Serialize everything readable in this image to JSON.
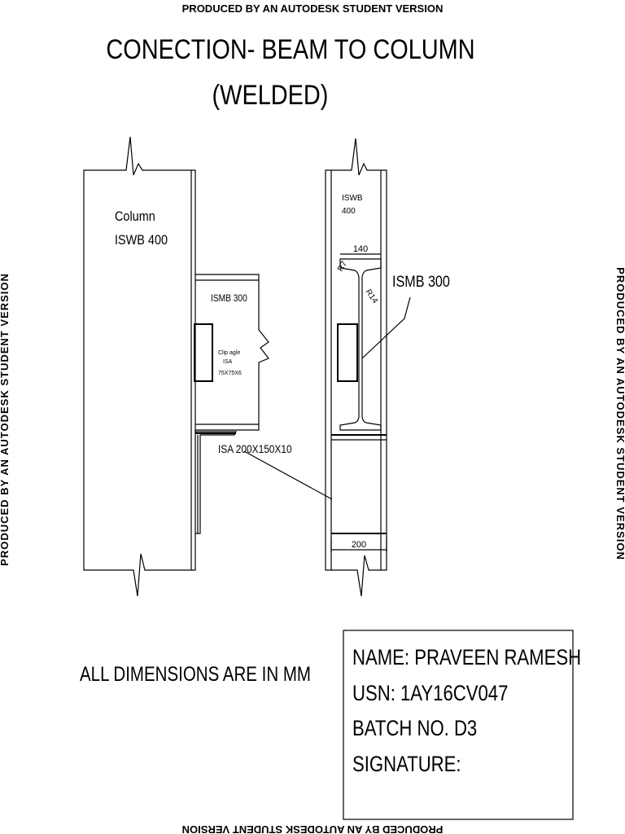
{
  "watermark": {
    "top": "PRODUCED BY AN AUTODESK STUDENT VERSION",
    "bottom": "PRODUCED BY AN AUTODESK STUDENT VERSION",
    "left": "PRODUCED BY AN AUTODESK STUDENT VERSION",
    "right": "PRODUCED BY AN AUTODESK STUDENT VERSION"
  },
  "title": {
    "line1": "CONECTION- BEAM TO COLUMN",
    "line2": "(WELDED)"
  },
  "side_view": {
    "column_label1": "Column",
    "column_label2": "ISWB 400",
    "beam_label": "ISMB 300",
    "clip_label1": "Clip agle",
    "clip_label2": "ISA",
    "clip_label3": "75X75X6",
    "seat_label": "ISA 200X150X10"
  },
  "end_view": {
    "column_label1": "ISWB",
    "column_label2": "400",
    "flange_dim": "140",
    "radius1": "R7",
    "radius2": "R14",
    "beam_label": "ISMB 300",
    "seat_dim": "200"
  },
  "note": "ALL DIMENSIONS ARE IN MM",
  "title_block": {
    "name": "NAME: PRAVEEN RAMESH",
    "usn": "USN: 1AY16CV047",
    "batch": "BATCH NO. D3",
    "signature": "SIGNATURE:"
  }
}
